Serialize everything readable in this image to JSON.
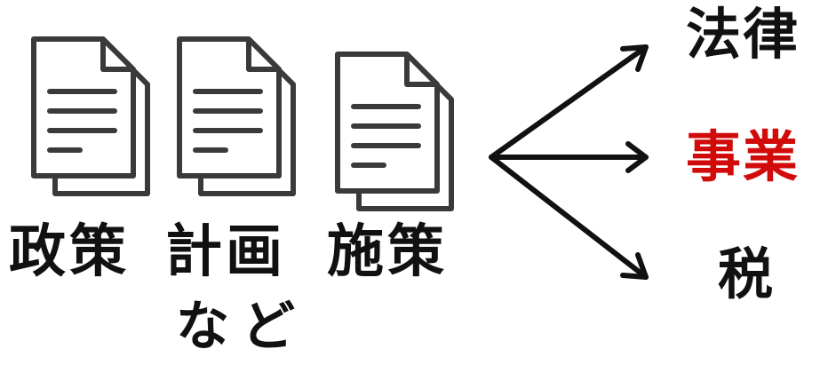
{
  "documents": [
    {
      "icon": "document-icon",
      "label": "政策"
    },
    {
      "icon": "document-icon",
      "label": "計画"
    },
    {
      "icon": "document-icon",
      "label": "施策"
    }
  ],
  "documents_suffix": "など",
  "outputs": [
    {
      "label": "法律",
      "color": "#111111"
    },
    {
      "label": "事業",
      "color": "#d10a0a"
    },
    {
      "label": "税",
      "color": "#111111"
    }
  ]
}
